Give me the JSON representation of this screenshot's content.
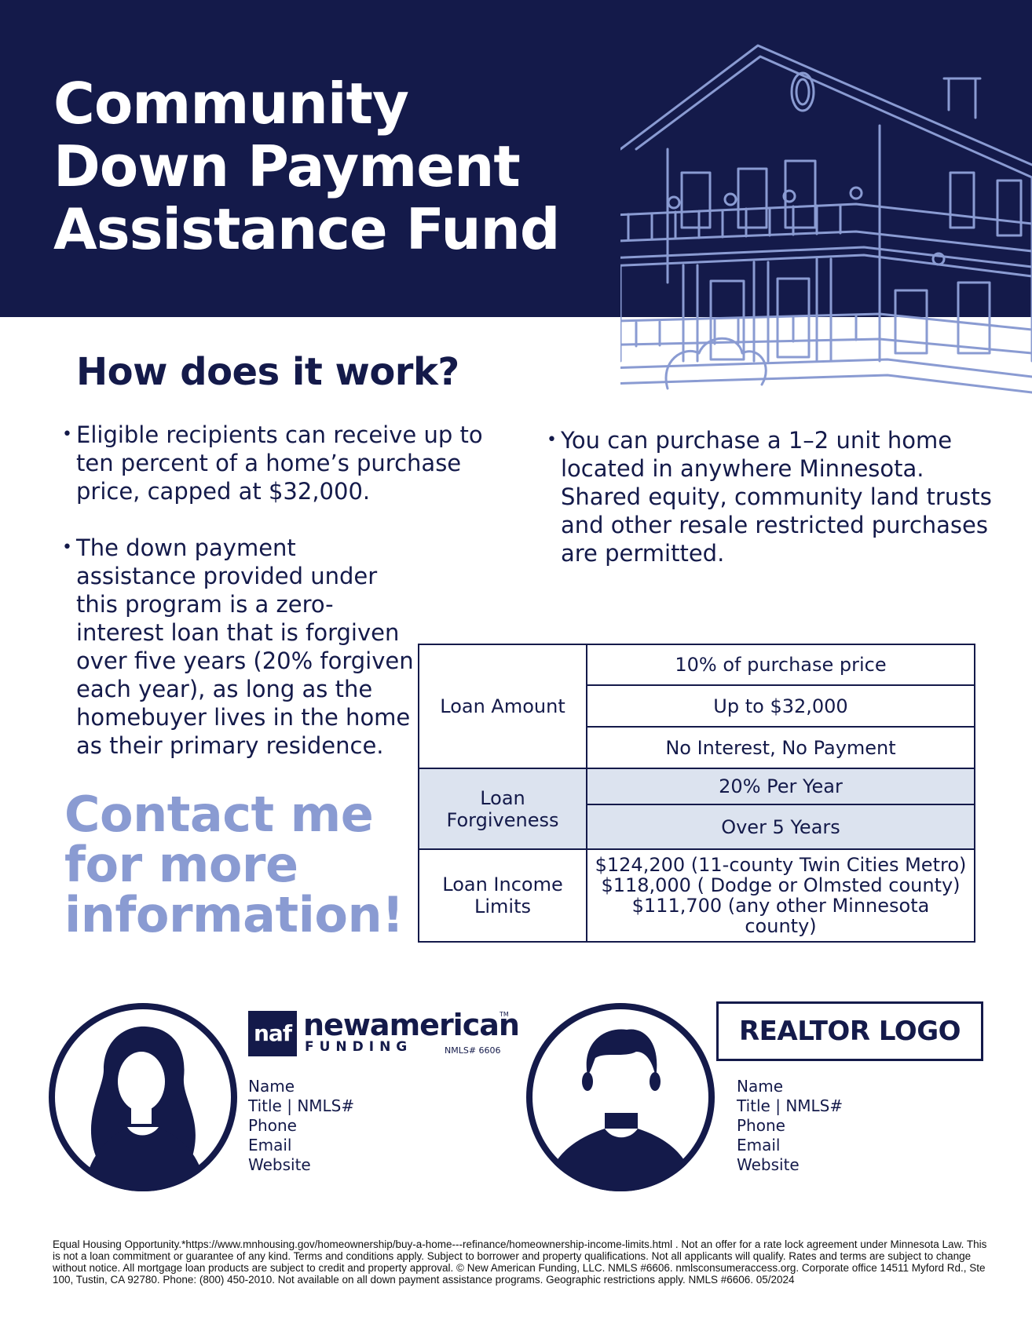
{
  "hero": {
    "title_lines": [
      "Community",
      "Down Payment",
      "Assistance Fund"
    ]
  },
  "how": {
    "heading": "How does it work?",
    "bullet_1": "Eligible recipients can receive up to ten percent of a home’s purchase price, capped at $32,000.",
    "bullet_2": "The down payment assistance provided under this program is a zero-interest loan that is forgiven over five years (20% forgiven each year), as long as the homebuyer lives in the home as their primary residence.",
    "bullet_3": "You can purchase a 1–2 unit home located in anywhere Minnesota. Shared equity, community land trusts and other resale restricted purchases are permitted."
  },
  "contact": {
    "lines": [
      "Contact me",
      "for more",
      "information!"
    ]
  },
  "table": {
    "loan_amount": {
      "label": "Loan Amount",
      "rows": [
        "10% of purchase price",
        "Up to $32,000",
        "No Interest, No Payment"
      ]
    },
    "loan_forgiveness": {
      "label": "Loan Forgiveness",
      "rows": [
        "20% Per Year",
        "Over 5 Years"
      ]
    },
    "income_limits": {
      "label": "Loan Income Limits",
      "rows": [
        "$124,200 (11-county Twin Cities Metro)",
        "$118,000 ( Dodge or Olmsted county)",
        "$111,700 (any other Minnesota county)"
      ]
    }
  },
  "lender": {
    "logo_box": "naf",
    "logo_word": "newamerican",
    "logo_tm": "TM",
    "logo_funding": "FUNDING",
    "logo_nmls": "NMLS# 6606",
    "card": [
      "Name",
      "Title | NMLS#",
      "Phone",
      "Email",
      "Website"
    ]
  },
  "realtor": {
    "logo": "REALTOR LOGO",
    "card": [
      "Name",
      "Title | NMLS#",
      "Phone",
      "Email",
      "Website"
    ]
  },
  "footer": {
    "disclaimer": "Equal Housing Opportunity.*https://www.mnhousing.gov/homeownership/buy-a-home---refinance/homeownership-income-limits.html .  Not an offer for a rate lock agreement under Minnesota Law. This is not a loan commitment or guarantee of any kind. Terms and conditions apply. Subject to borrower and property qualifications. Not all applicants will qualify. Rates and terms are subject to change without notice. All mortgage loan products are subject to credit and property approval.  © New American Funding, LLC. NMLS #6606. nmlsconsumeraccess.org. Corporate office 14511 Myford Rd., Ste 100, Tustin, CA 92780. Phone: (800) 450-2010. Not available on all down payment assistance programs. Geographic restrictions apply. NMLS #6606. 05/2024"
  },
  "colors": {
    "navy": "#141a4a",
    "periwinkle": "#8a9bd2",
    "table_shade": "#dce3ef"
  },
  "icons": [
    "house-sketch-icon",
    "woman-avatar-icon",
    "man-avatar-icon"
  ]
}
